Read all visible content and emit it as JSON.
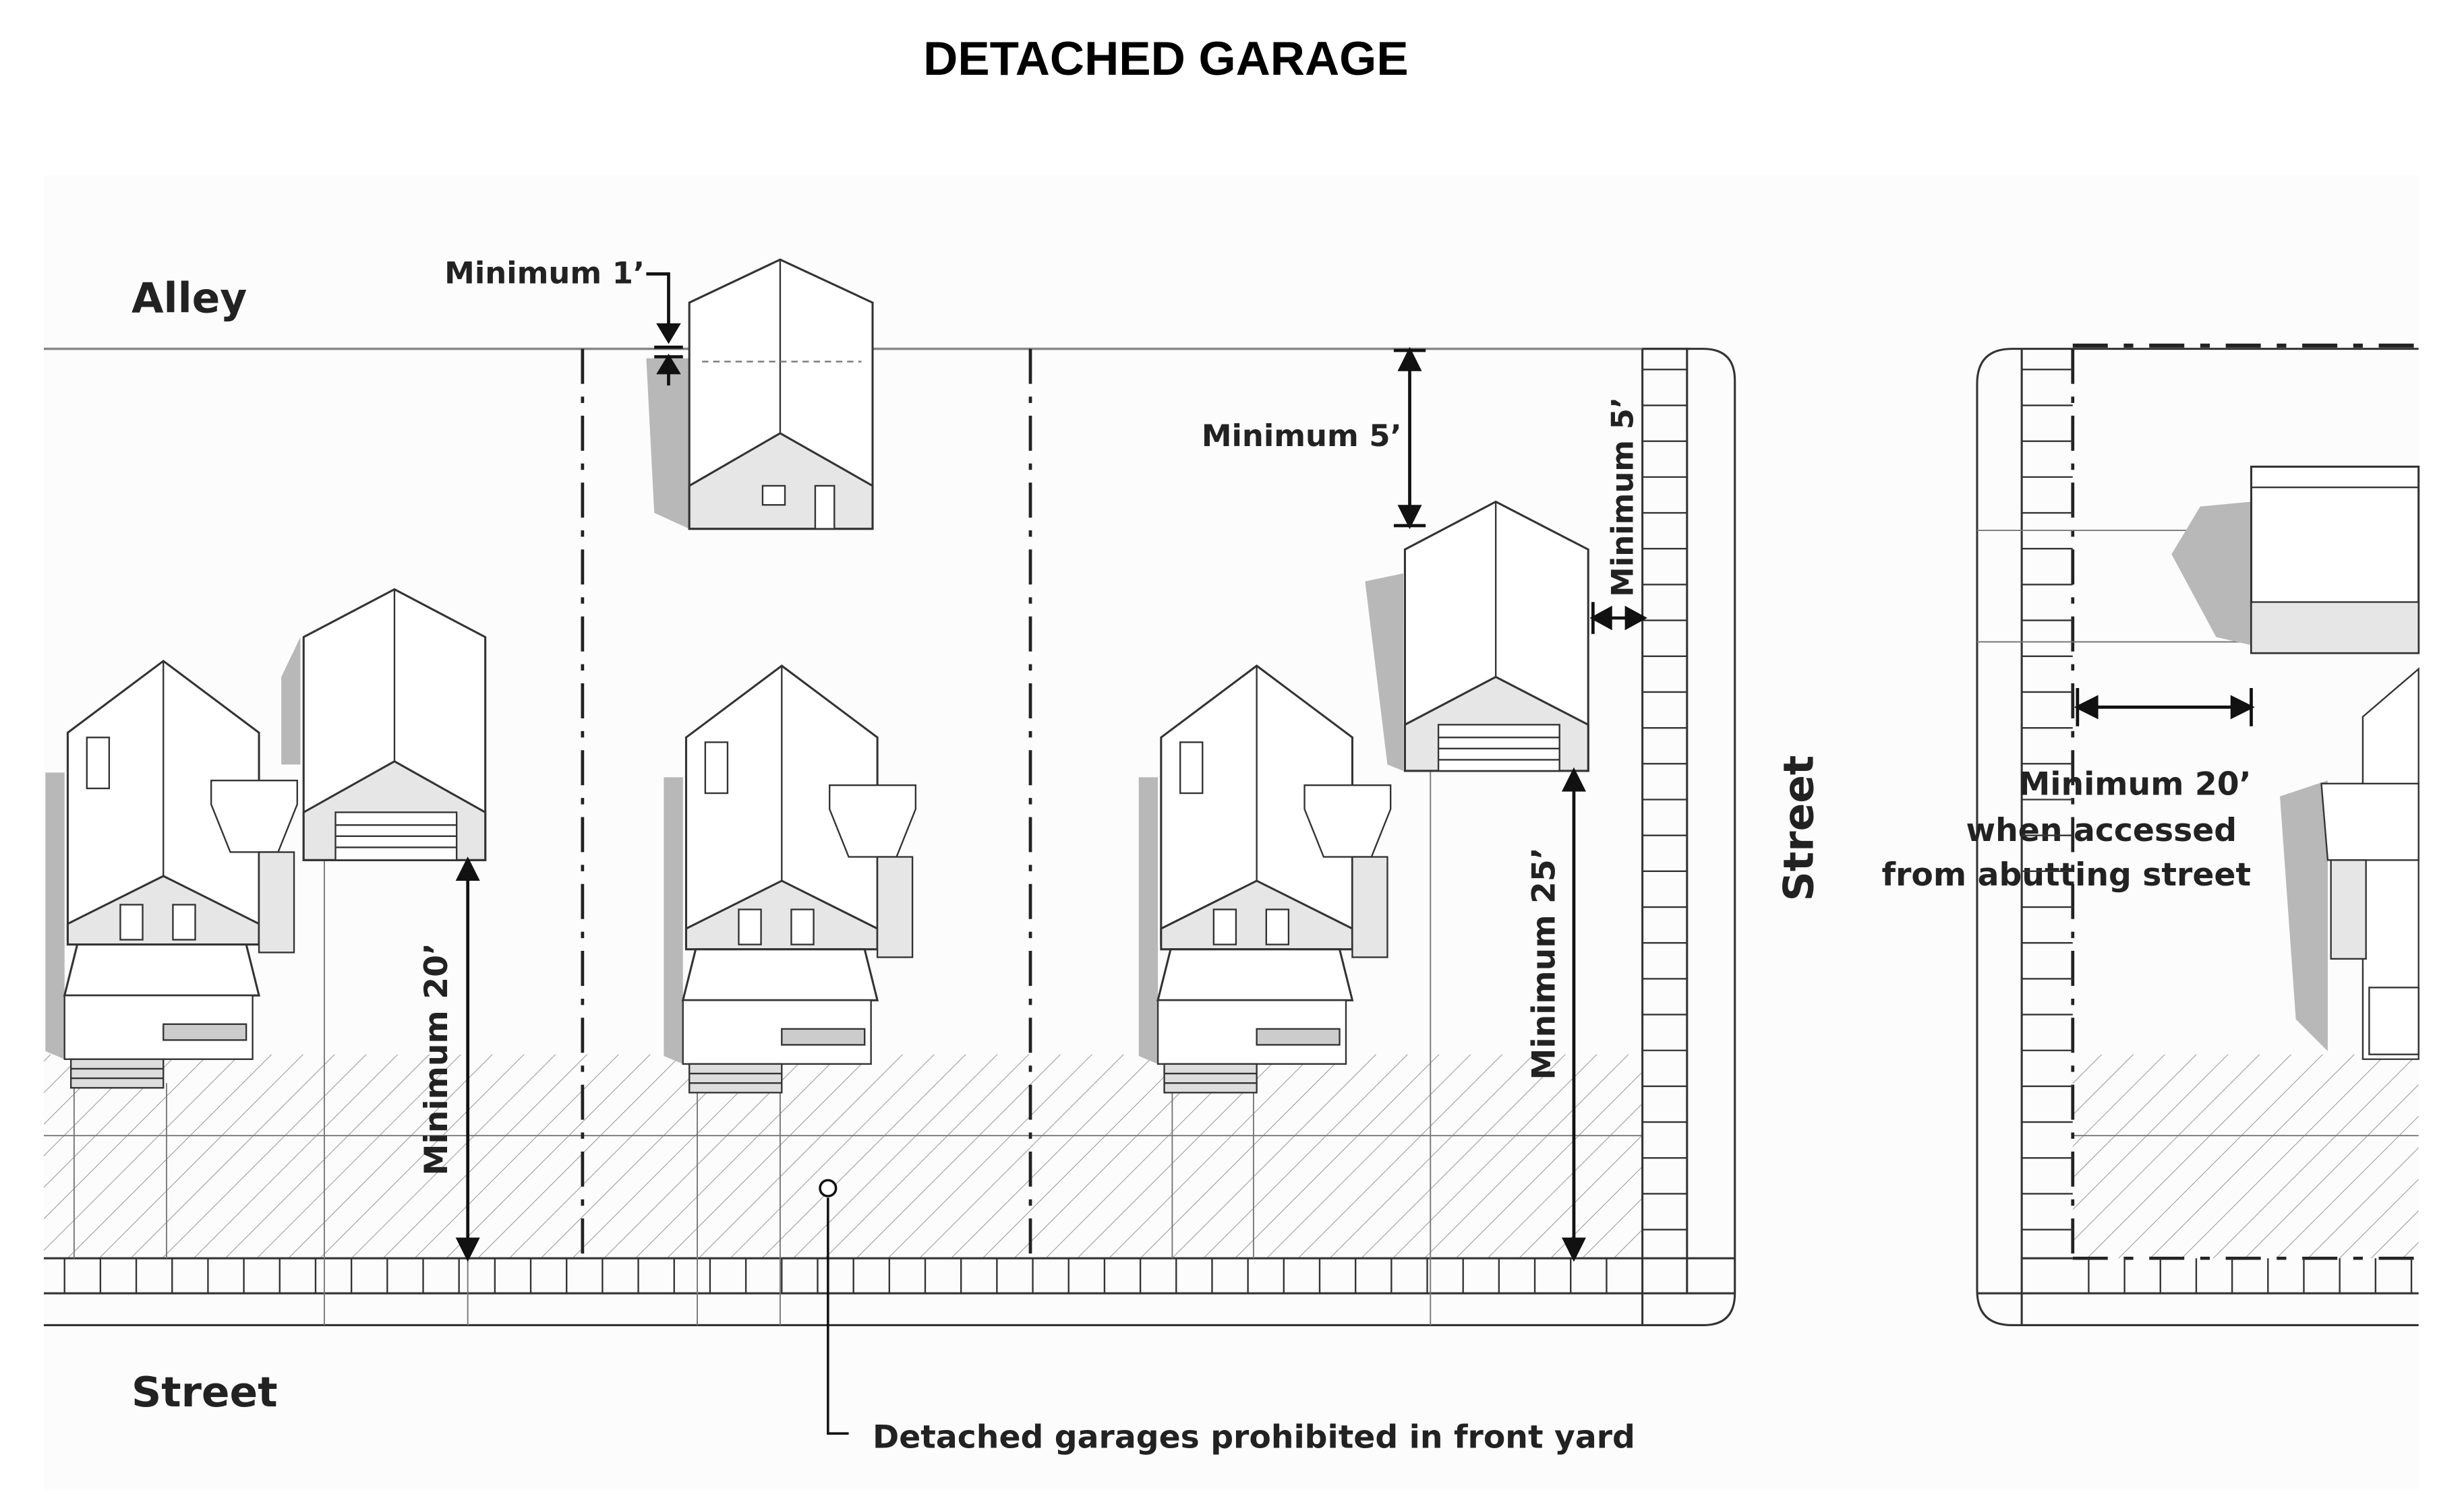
{
  "title": "DETACHED GARAGE",
  "labels": {
    "alley": "Alley",
    "street_bottom": "Street",
    "street_side": "Street",
    "min_1": "Minimum 1’",
    "min_5_rear": "Minimum 5’",
    "min_5_side": "Minimum 5’",
    "min_20": "Minimum 20’",
    "min_25": "Minimum 25’",
    "min_20_abutting": [
      "Minimum 20’",
      "when accessed",
      "from abutting street"
    ],
    "front_yard_note": "Detached garages prohibited in front yard"
  },
  "colors": {
    "shadow": "#b8b8b8",
    "line": "#333333",
    "hatch": "#9a9a9a"
  }
}
